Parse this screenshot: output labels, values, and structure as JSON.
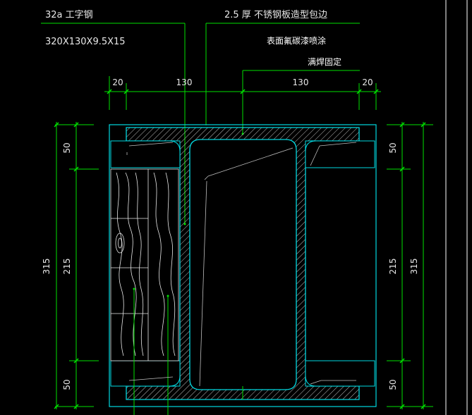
{
  "annotations": {
    "section_name": "32a 工字钢",
    "section_size": "320X130X9.5X15",
    "cladding": "2.5 厚 不锈钢板造型包边",
    "coating": "表面氟碳漆喷涂",
    "weld": "满焊固定"
  },
  "top_dims": [
    "20",
    "130",
    "130",
    "20"
  ],
  "left_dims": {
    "total": "315",
    "parts": [
      "50",
      "215",
      "50"
    ]
  },
  "right_dims": {
    "total": "315",
    "parts": [
      "50",
      "215",
      "50"
    ]
  },
  "colors": {
    "background": "#000000",
    "dimension": "#00e000",
    "outline": "#00d8e0",
    "text": "#e8e8e8"
  }
}
